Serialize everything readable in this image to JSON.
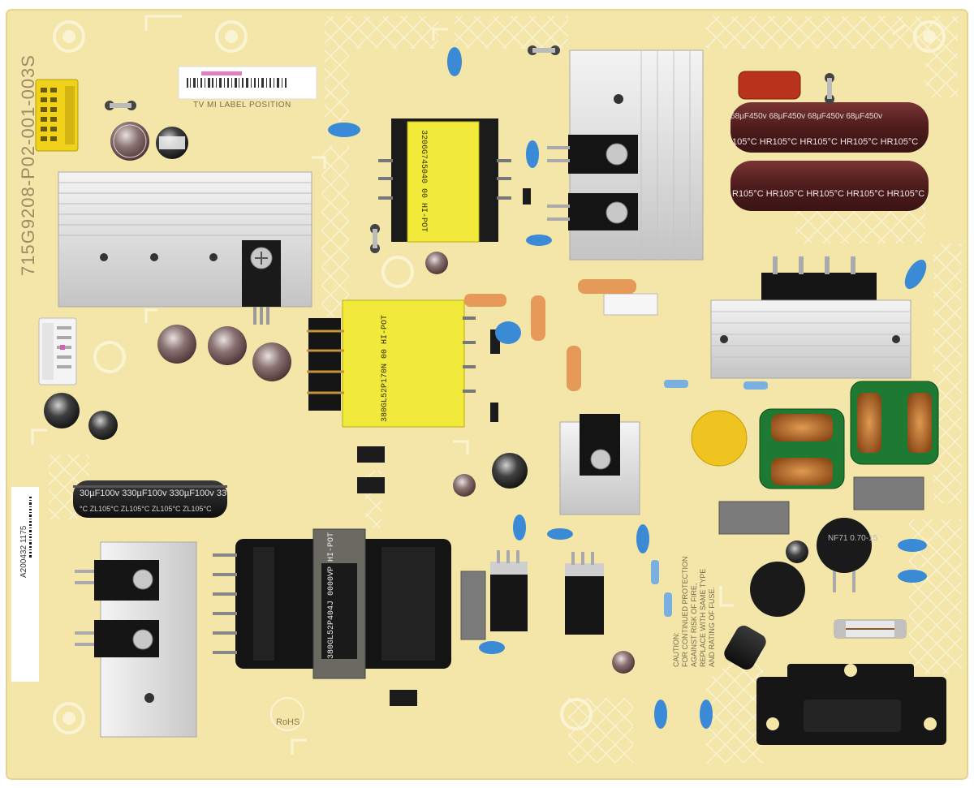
{
  "photo": {
    "board_code": "715G9208-P02-001-003S",
    "label_area_text": "TV MI LABEL POSITION",
    "barcode_number": "A200432 1175",
    "rohs_mark": "RoHS",
    "caution_text": "CAUTION:\nFOR CONTINUED PROTECTION\nAGAINST RISK OF FIRE,\nREPLACE WITH SAME TYPE\nAND RATING OF FUSE.",
    "bulk_cap_upper_text": "68µF450v   68µF450v   68µF450v   68µF450v",
    "bulk_cap_upper_text2": "105°C  HR105°C  HR105°C  HR105°C  HR105°C",
    "bulk_cap_lower_text": "R105°C  HR105°C  HR105°C  HR105°C  HR105°C",
    "output_cap_text": "30µF100v 330µF100v 330µF100v 33",
    "output_cap_text2": "°C  ZL105°C  ZL105°C  ZL105°C  ZL105°C",
    "transformer_1_text": "3206G745040  00  HI-POT",
    "transformer_2_text": "380GL52P170N  00  HI-POT",
    "transformer_3_text": "380GL52P404J  0000VP HI-POT",
    "thermistor_text": "NF71\n0.70-15",
    "colors": {
      "pcb": "#f3e6a8",
      "heatsink": "#d8d8d8",
      "transformer_yellow": "#f2ea3a",
      "capacitor_brown": "#5a2424",
      "capacitor_dark": "#1a1a1a",
      "blue_cap": "#3a8ad6",
      "coil_copper": "#c0712c"
    }
  }
}
